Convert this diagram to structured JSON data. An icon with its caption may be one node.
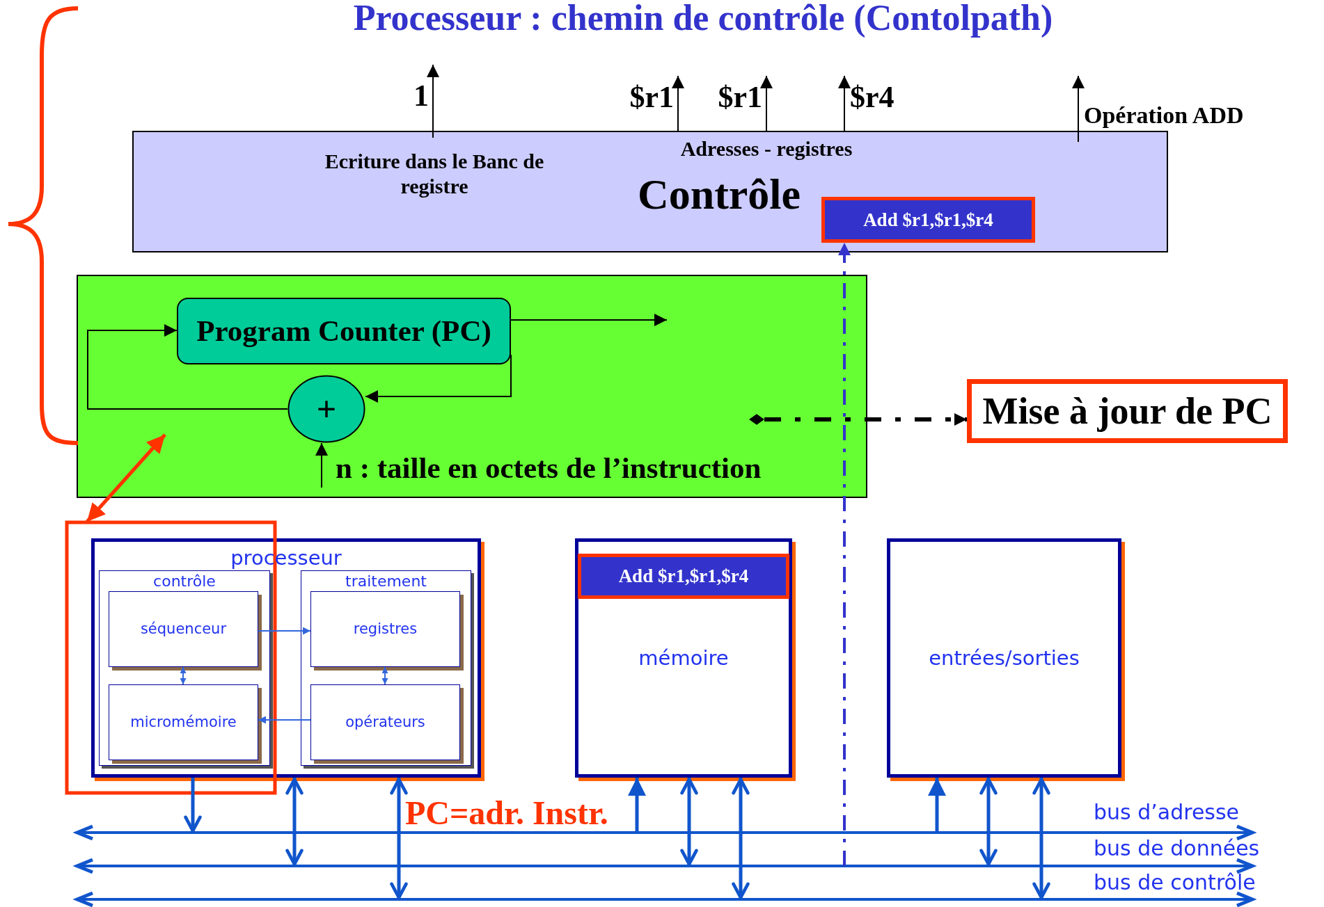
{
  "diagram": {
    "title": "Processeur : chemin de contrôle (Contolpath)",
    "nodes": [
      {
        "text": [
          "1"
        ]
      },
      {
        "text": [
          "$r1"
        ]
      },
      {
        "text": [
          "$r1"
        ]
      },
      {
        "text": [
          "$r4"
        ]
      },
      {
        "text": [
          "Opération ADD"
        ]
      },
      {
        "text": [
          "Adresses - registres",
          "Ecriture dans le Banc de registre",
          "Contrôle"
        ]
      },
      {
        "text": [
          "Add $r1,$r1,$r4"
        ],
        "in": 5
      },
      {
        "text": [
          "n : taille en octets de l’instruction"
        ]
      },
      {
        "text": [
          "Program Counter (PC)"
        ],
        "in": 7
      },
      {
        "text": [
          "+"
        ],
        "in": 7
      },
      {
        "text": [
          "Mise à jour de PC"
        ]
      },
      {
        "text": [
          "processeur"
        ]
      },
      {
        "text": [
          "contrôle"
        ],
        "in": 11
      },
      {
        "text": [
          "séquenceur"
        ],
        "in": 12
      },
      {
        "text": [
          "micromémoire"
        ],
        "in": 12
      },
      {
        "text": [
          "traitement"
        ],
        "in": 11
      },
      {
        "text": [
          "registres"
        ],
        "in": 15
      },
      {
        "text": [
          "opérateurs"
        ],
        "in": 15
      },
      {
        "text": [
          "mémoire"
        ]
      },
      {
        "text": [
          "Add $r1,$r1,$r4"
        ],
        "in": 18
      },
      {
        "text": [
          "entrées/sorties"
        ]
      }
    ],
    "edges": [
      {
        "from": 5,
        "to": 0,
        "arrow": "to"
      },
      {
        "from": 5,
        "to": 1,
        "arrow": "to"
      },
      {
        "from": 5,
        "to": 2,
        "arrow": "to"
      },
      {
        "from": 5,
        "to": 3,
        "arrow": "to"
      },
      {
        "from": 5,
        "to": 4,
        "arrow": "to"
      },
      {
        "from": 8,
        "to": 9,
        "arrow": "to"
      },
      {
        "from": 9,
        "to": 8,
        "arrow": "to"
      },
      {
        "from": 8,
        "to": null,
        "arrow": "to"
      },
      {
        "from": null,
        "to": 9,
        "arrow": "to"
      },
      {
        "from": 7,
        "to": 10,
        "arrow": "to",
        "style": "dashed"
      },
      {
        "from": null,
        "to": 6,
        "arrow": "to",
        "style": "dashed",
        "color": "#3333cc"
      },
      {
        "from": null,
        "to": 7,
        "arrow": "both",
        "style": "thick",
        "color": "#ff3300"
      },
      {
        "from": 13,
        "to": 16,
        "arrow": "to",
        "color": "#3366dd"
      },
      {
        "from": 17,
        "to": 14,
        "arrow": "to",
        "color": "#3366dd"
      },
      {
        "from": 13,
        "to": 14,
        "arrow": "both",
        "color": "#3366dd"
      },
      {
        "from": 16,
        "to": 17,
        "arrow": "both",
        "color": "#3366dd"
      },
      {
        "from": 11,
        "to": null,
        "arrow": "to",
        "style": "thick",
        "color": "#1155cc"
      },
      {
        "from": 11,
        "to": null,
        "arrow": "both",
        "style": "thick",
        "color": "#1155cc"
      },
      {
        "from": 11,
        "to": null,
        "arrow": "both",
        "style": "thick",
        "color": "#1155cc"
      },
      {
        "from": null,
        "to": 18,
        "arrow": "to",
        "style": "thick",
        "color": "#1155cc"
      },
      {
        "from": 18,
        "to": null,
        "arrow": "both",
        "style": "thick",
        "color": "#1155cc"
      },
      {
        "from": 18,
        "to": null,
        "arrow": "both",
        "style": "thick",
        "color": "#1155cc"
      },
      {
        "from": null,
        "to": 20,
        "arrow": "to",
        "style": "thick",
        "color": "#1155cc"
      },
      {
        "from": 20,
        "to": null,
        "arrow": "both",
        "style": "thick",
        "color": "#1155cc"
      },
      {
        "from": 20,
        "to": null,
        "arrow": "both",
        "style": "thick",
        "color": "#1155cc"
      }
    ],
    "labels": [
      "PC=adr. Instr.",
      "bus d’adresse",
      "bus de données",
      "bus de contrôle"
    ]
  }
}
